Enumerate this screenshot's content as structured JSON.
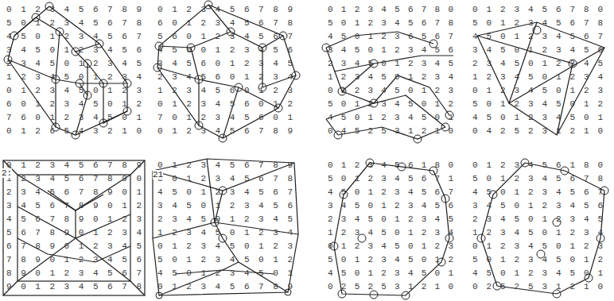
{
  "diagram": {
    "labels": [
      "0 1 2 3 4 5 6 7 8 9",
      "5 0 1 2 3 4 5 6 7 8",
      "4 5 0 1 2 3 4 5 6 7",
      "3 4 5 0 1 2 3 4 5 6",
      "2 3 4 5 0 1 2 3 4 5",
      "1 2 3 4 5 0 1 2 3 4",
      "0 1 2 3 4 5 0 1 2 3",
      "6 0 1 2 3 4 5 0 1 2",
      "7 6 0 1 2 3 4 5 0 1",
      "0 1 2 6 5 4 3 2 1 0",
      "0 1 2 3 4 5 6 7 8 9",
      "6 0 1 2 3 4 5 6 7 8",
      "5 6 0 1 2 3 4 5 6 7",
      "4 5 6 0 1 2 3 4 5 6",
      "3 4 5 6 0 1 2 3 4 5",
      "2 3 4 5 6 0 1 2 3 4",
      "1 2 3 4 5 6 0 1 2 3",
      "0 1 2 3 4 5 6 0 1 2",
      "7 0 1 2 3 4 5 6 0 1",
      "0 1 2 3 4 5 6 7 8 9",
      "0 1 2 3 4 5 6 7 8 0",
      "5 0 1 2 3 4 5 6 7 8",
      "4 5 0 1 2 3 6 5 6 7",
      "3 4 5 0 1 2 3 4 5 6",
      "2 3 4 5 0 1 2 3 4 5",
      "1 2 3 4 5 0 1 2 3 4",
      "0 1 2 3 4 5 0 1 2 3",
      "5 0 1 2 3 4 5 0 1 2",
      "4 5 0 1 2 3 4 5 0 1",
      "0 4 5 2 5 3 1 2 1 0",
      "0 1 2 3 4 5 6 7 8 0",
      "5 0 1 2 3 4 5 6 7 8",
      "4 5 0 1 2 3 4 5 6 7",
      "3 4 5 0 1 2 3 4 5 6",
      "2 3 4 5 0 1 2 3 4 5",
      "1 2 3 4 5 0 1 2 3 4",
      "0 1 2 3 4 5 0 1 2 3",
      "5 0 1 2 3 4 5 0 1 2",
      "4 5 0 1 2 3 4 5 0 1",
      "0 4 2 5 2 3 1 2 1 0",
      "0 1 2 3 4 5 6 7 8 9",
      "1 2 3 4 5 6 7 8 9 0",
      "2 3 4 5 6 7 8 9 0 1",
      "3 4 5 6 7 8 9 0 1 2",
      "4 5 6 7 8 9 0 1 2 3",
      "5 6 7 8 9 0 1 2 3 4",
      "6 7 8 9 0 1 2 3 4 5",
      "7 8 9 0 1 2 3 4 5 6",
      "8 9 0 1 2 3 4 5 6 7",
      "9 0 1 2 3 4 5 6 7 8",
      "0 1 2 3 4 5 6 7 8 9",
      "5 0 1 2 3 4 5 6 7 8",
      "4 5 0 1 2 3 4 5 6 7",
      "3 4 5 0 1 2 3 4 5 6",
      "2 3 4 5 0 1 2 3 4 5",
      "1 2 3 4 5 0 1 2 3 4",
      "0 1 2 3 4 5 0 1 2 3",
      "5 0 1 2 3 4 5 0 1 2",
      "4 5 0 1 2 3 4 5 0 1",
      "0 1 2 3 4 5 6 7 8 9",
      "0 1 2 3 4 5 6 1 8 0",
      "5 0 1 2 3 4 5 6 7 1",
      "4 5 0 1 2 3 4 5 6 7",
      "3 4 5 0 1 2 3 4 5 6",
      "2 3 4 5 0 1 2 3 4 5",
      "1 2 3 4 5 0 1 2 3 4",
      "0 1 2 3 4 5 0 1 2 3",
      "5 0 1 2 3 4 5 0 1 2",
      "4 5 0 1 2 3 4 5 0 1",
      "0 2 5 2 5 3 1 2 1 0",
      "0 1 2 3 4 5 6 1 8 0",
      "5 0 1 2 3 4 5 6 7 8",
      "4 5 0 1 2 3 4 5 6 7",
      "3 4 5 0 1 2 3 4 5 6",
      "2 3 4 5 0 1 2 3 4 5",
      "1 2 3 4 5 0 1 2 3 4",
      "0 1 2 3 4 5 0 1 2 3",
      "5 0 1 2 3 4 5 0 1 2",
      "4 5 0 1 2 3 4 5 0 1",
      "0 2 5 2 5 3 1 2 1 0",
      "2:",
      "21"
    ]
  }
}
